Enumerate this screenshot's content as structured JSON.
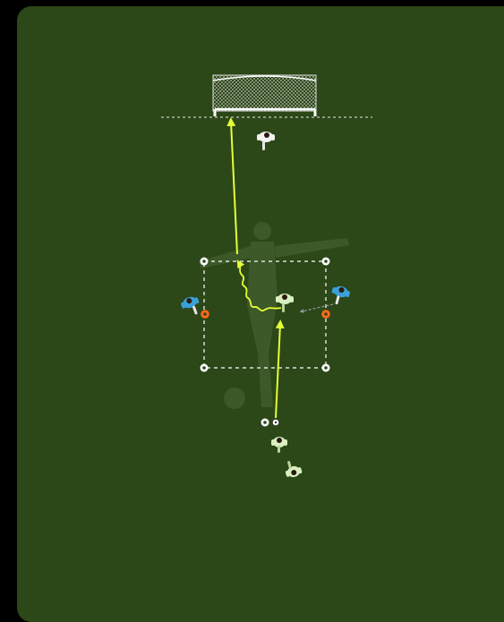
{
  "pitch": {
    "color": "#2c4718",
    "background": "#000000"
  },
  "colors": {
    "attacker": "#d9f0c0",
    "defender_blue": "#3aa0d8",
    "goalkeeper": "#f2f2f2",
    "cone_orange": "#ff6a1a",
    "arrow": "#e6ff38",
    "pass_grey": "#9a9a9a",
    "marker_white": "#ffffff"
  },
  "elements": {
    "goal": "goal-net",
    "grid": "dashed-square",
    "players": [
      "goalkeeper",
      "attacker-center",
      "attacker-with-ball",
      "attacker-queue",
      "defender-left",
      "defender-right"
    ],
    "arrows": [
      "shot-arrow",
      "pass-arrow",
      "dribble-arrow",
      "lateral-pass-arrow"
    ]
  }
}
